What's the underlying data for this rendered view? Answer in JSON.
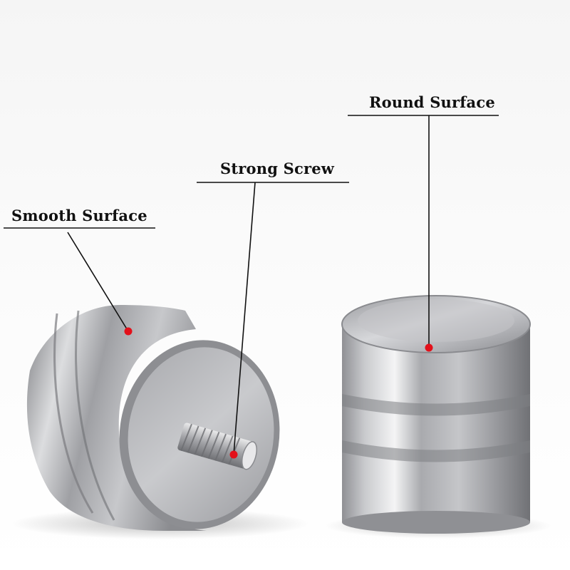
{
  "annotations": {
    "smooth_surface": "Smooth Surface",
    "strong_screw": "Strong Screw",
    "round_surface": "Round Surface"
  },
  "colors": {
    "marker": "#e3101a",
    "line": "#111111",
    "steel": "#b9babd"
  }
}
